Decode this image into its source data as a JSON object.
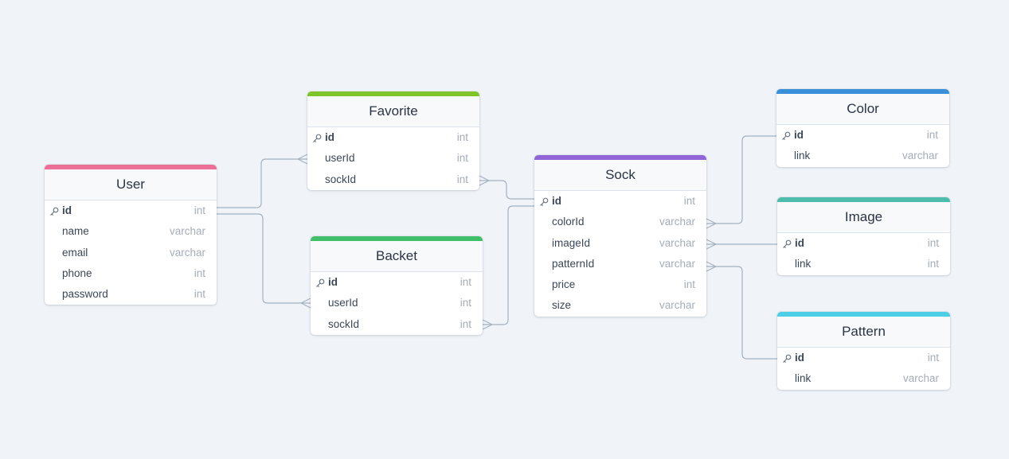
{
  "diagram": {
    "tables": {
      "user": {
        "title": "User",
        "color": "#ec6f98",
        "fields": [
          {
            "name": "id",
            "type": "int",
            "pk": true
          },
          {
            "name": "name",
            "type": "varchar"
          },
          {
            "name": "email",
            "type": "varchar"
          },
          {
            "name": "phone",
            "type": "int"
          },
          {
            "name": "password",
            "type": "int"
          }
        ]
      },
      "favorite": {
        "title": "Favorite",
        "color": "#7fc52a",
        "fields": [
          {
            "name": "id",
            "type": "int",
            "pk": true
          },
          {
            "name": "userId",
            "type": "int"
          },
          {
            "name": "sockId",
            "type": "int"
          }
        ]
      },
      "backet": {
        "title": "Backet",
        "color": "#3fbf6a",
        "fields": [
          {
            "name": "id",
            "type": "int",
            "pk": true
          },
          {
            "name": "userId",
            "type": "int"
          },
          {
            "name": "sockId",
            "type": "int"
          }
        ]
      },
      "sock": {
        "title": "Sock",
        "color": "#9165d8",
        "fields": [
          {
            "name": "id",
            "type": "int",
            "pk": true
          },
          {
            "name": "colorId",
            "type": "varchar"
          },
          {
            "name": "imageId",
            "type": "varchar"
          },
          {
            "name": "patternId",
            "type": "varchar"
          },
          {
            "name": "price",
            "type": "int"
          },
          {
            "name": "size",
            "type": "varchar"
          }
        ]
      },
      "color": {
        "title": "Color",
        "color": "#3a8fd9",
        "fields": [
          {
            "name": "id",
            "type": "int",
            "pk": true
          },
          {
            "name": "link",
            "type": "varchar"
          }
        ]
      },
      "image": {
        "title": "Image",
        "color": "#4cbcad",
        "fields": [
          {
            "name": "id",
            "type": "int",
            "pk": true
          },
          {
            "name": "link",
            "type": "int"
          }
        ]
      },
      "pattern": {
        "title": "Pattern",
        "color": "#4ccfe6",
        "fields": [
          {
            "name": "id",
            "type": "int",
            "pk": true
          },
          {
            "name": "link",
            "type": "varchar"
          }
        ]
      }
    },
    "relations": [
      {
        "from": "user.id",
        "to": "favorite.userId"
      },
      {
        "from": "user.id",
        "to": "backet.userId"
      },
      {
        "from": "sock.id",
        "to": "favorite.sockId"
      },
      {
        "from": "sock.id",
        "to": "backet.sockId"
      },
      {
        "from": "color.id",
        "to": "sock.colorId"
      },
      {
        "from": "image.id",
        "to": "sock.imageId"
      },
      {
        "from": "pattern.id",
        "to": "sock.patternId"
      }
    ],
    "connector_color": "#a3b0bf",
    "key_icon": "key-icon"
  }
}
